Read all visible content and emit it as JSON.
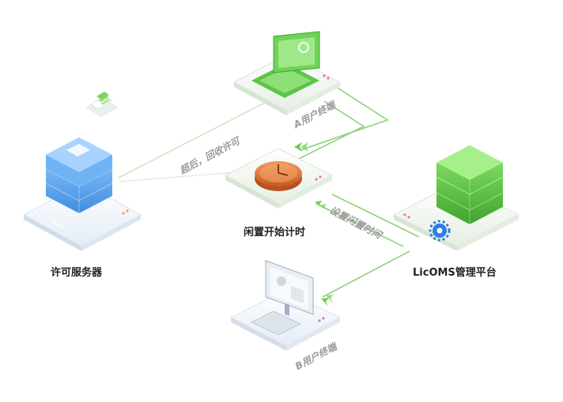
{
  "nodes": {
    "license_server": {
      "label": "许可服务器"
    },
    "timer": {
      "label": "闲置开始计时"
    },
    "platform": {
      "label": "LicOMS管理平台"
    },
    "client_a": {
      "label": "A用户终端"
    },
    "client_b": {
      "label": "B用户终端"
    }
  },
  "edges": {
    "release": {
      "label": "超后，回收许可"
    },
    "set_idle": {
      "label": "设置闲置时间"
    }
  },
  "colors": {
    "green": "#6ad04f",
    "green_dark": "#3ea52c",
    "blue": "#5aa6ee",
    "line": "#8fd07e",
    "platform_light": "#eef5ec"
  }
}
